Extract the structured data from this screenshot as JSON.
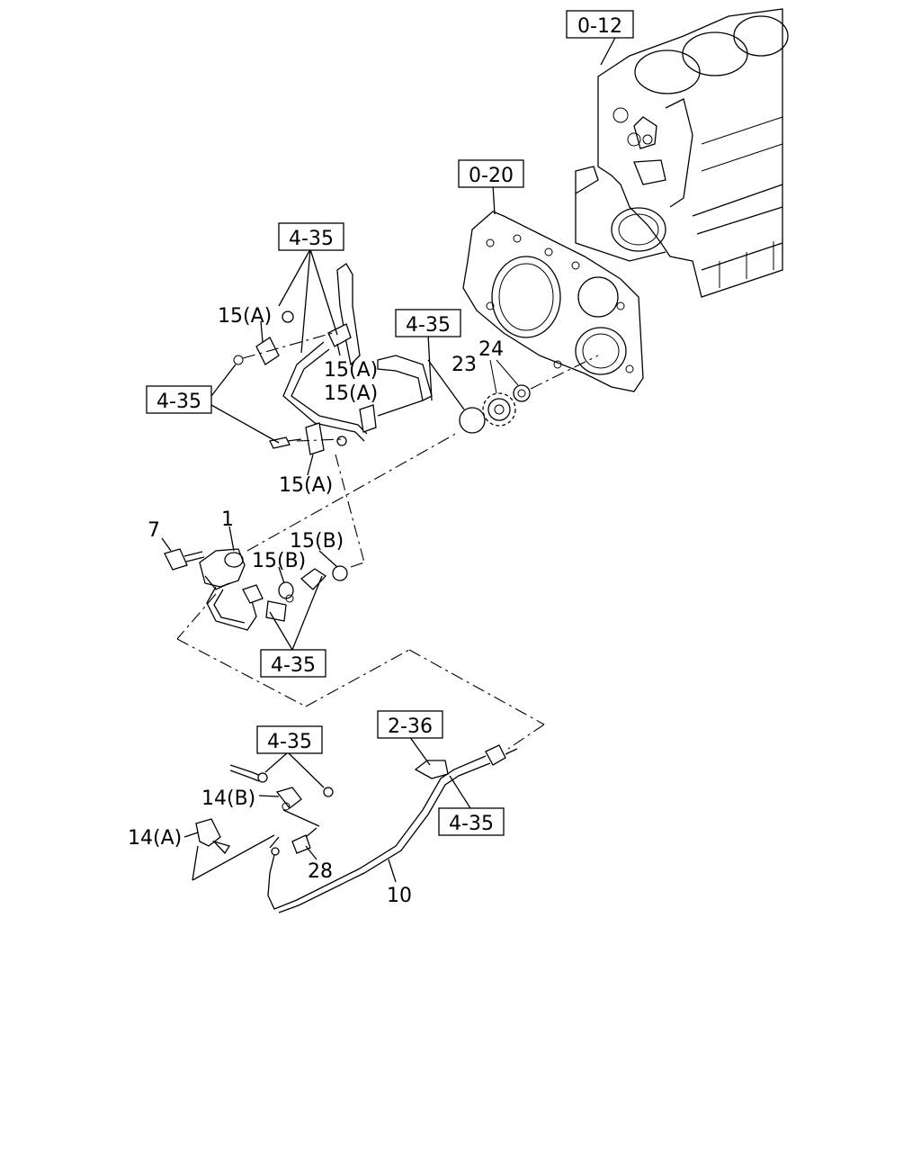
{
  "refs": {
    "r_0_12": "0-12",
    "r_0_20": "0-20",
    "r_4_35_top": "4-35",
    "r_4_35_midright": "4-35",
    "r_4_35_left": "4-35",
    "r_4_35_pump": "4-35",
    "r_2_36": "2-36",
    "r_4_35_sensor": "4-35",
    "r_4_35_pipe": "4-35"
  },
  "callouts": {
    "c1": "1",
    "c7": "7",
    "c10": "10",
    "c14a": "14(A)",
    "c14b": "14(B)",
    "c15a_1": "15(A)",
    "c15a_2": "15(A)",
    "c15a_3": "15(A)",
    "c15a_4": "15(A)",
    "c15b_1": "15(B)",
    "c15b_2": "15(B)",
    "c23": "23",
    "c24": "24",
    "c28": "28"
  }
}
